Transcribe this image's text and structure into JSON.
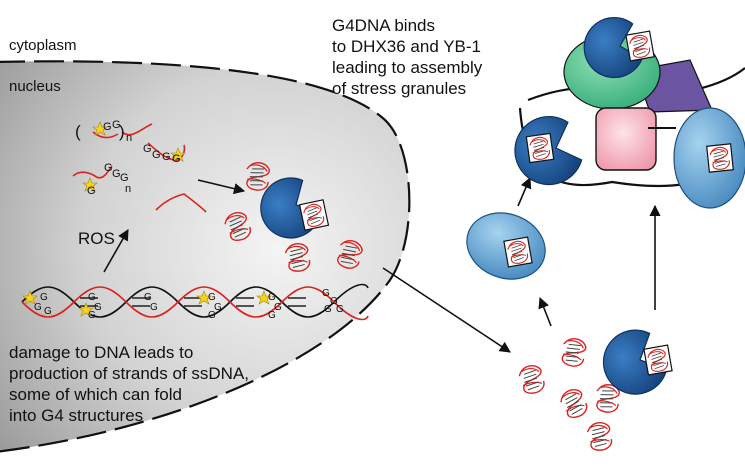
{
  "labels": {
    "cytoplasm": "cytoplasm",
    "nucleus": "nucleus",
    "ros": "ROS",
    "damage_caption": [
      "damage to DNA leads to",
      "production of strands of ssDNA,",
      "some of which can fold",
      "into G4 structures"
    ],
    "g4_caption": [
      "G4DNA binds",
      "to DHX36 and YB-1",
      "leading to assembly",
      "of stress granules"
    ]
  },
  "glyphs": {
    "g": "G",
    "n": "n",
    "open_paren": "(",
    "close_paren": ")"
  },
  "colors": {
    "nucleus_fill_center": "#f4f4f4",
    "nucleus_fill_edge": "#9a9a9a",
    "dna_red": "#d9231f",
    "dhx36_blue": "#1e5aa0",
    "yb1_blue": "#4f93c8",
    "green_protein": "#3dbb86",
    "purple_protein": "#6b55a0",
    "pink_protein": "#f3a4b4",
    "star_yellow": "#f6d31d"
  }
}
